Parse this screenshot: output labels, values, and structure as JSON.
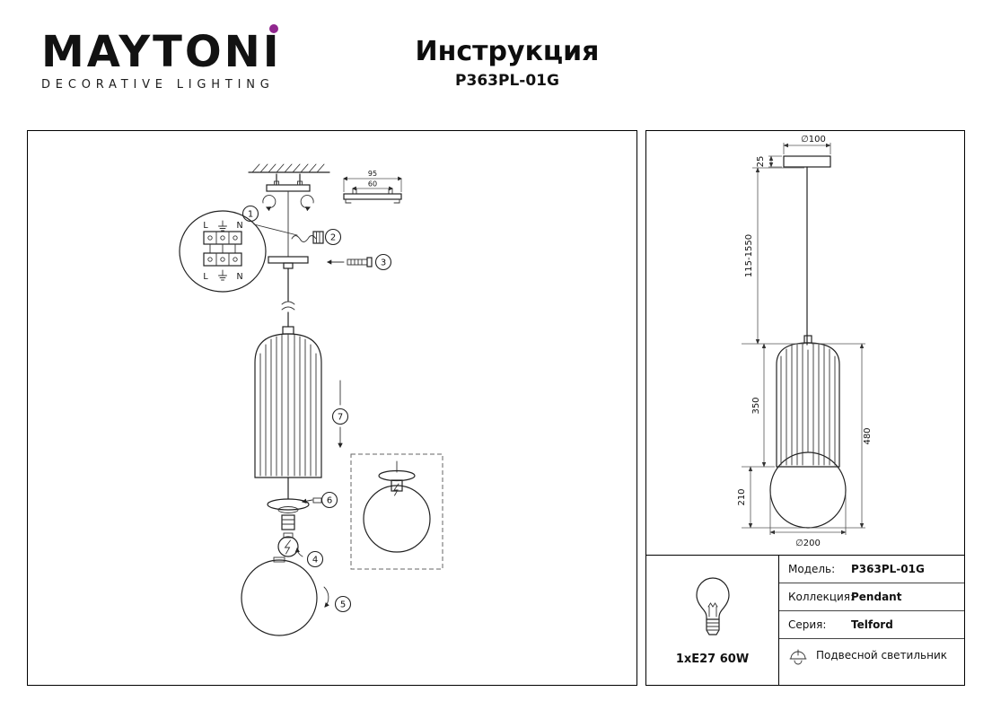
{
  "header": {
    "brand": "MAYTONI",
    "tagline": "DECORATIVE LIGHTING",
    "title": "Инструкция",
    "model": "P363PL-01G"
  },
  "colors": {
    "accent": "#90278e"
  },
  "assembly": {
    "steps": [
      "1",
      "2",
      "3",
      "4",
      "5",
      "6",
      "7"
    ],
    "terminal": {
      "line": "L",
      "neutral": "N"
    },
    "bracket": {
      "outer": "95",
      "inner": "60"
    }
  },
  "dimensions": {
    "canopy_diameter": "∅100",
    "canopy_height": "25",
    "suspension_length": "115-1550",
    "shade_height": "350",
    "shade_total_height": "480",
    "sphere_section_height": "210",
    "sphere_diameter": "∅200"
  },
  "specs": {
    "lamp": "1xE27 60W"
  },
  "info": {
    "rows": [
      {
        "label": "Модель:",
        "value": "P363PL-01G"
      },
      {
        "label": "Коллекция:",
        "value": "Pendant"
      },
      {
        "label": "Серия:",
        "value": "Telford"
      }
    ],
    "type": "Подвесной светильник"
  }
}
